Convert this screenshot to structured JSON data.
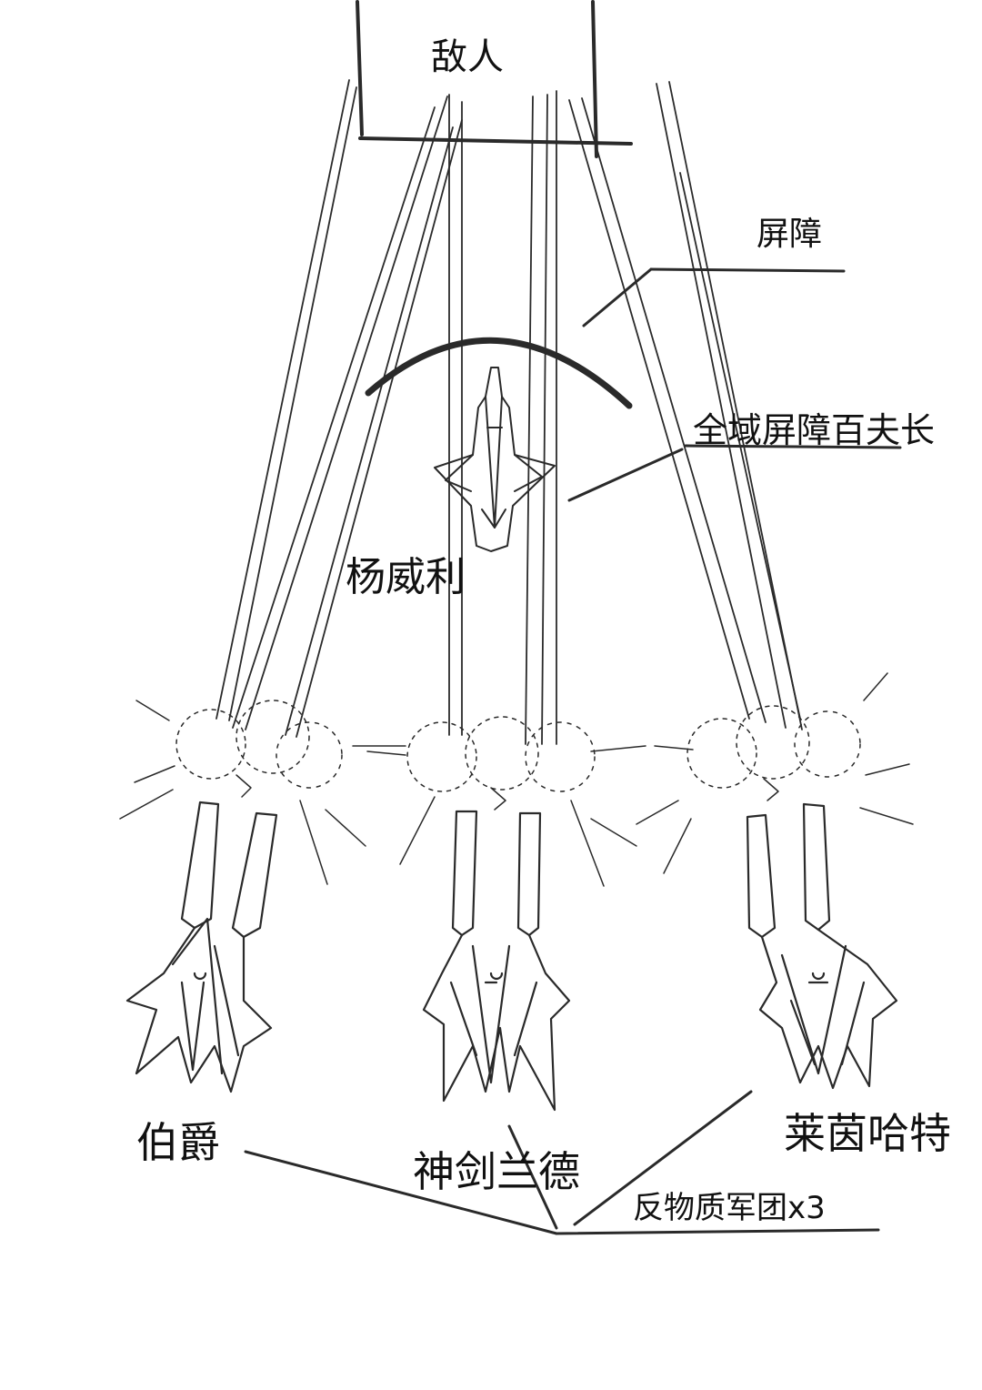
{
  "labels": {
    "enemy": "敌人",
    "barrier": "屏障",
    "barrier_centurion": "全域屏障百夫长",
    "yang_weili": "杨威利",
    "count": "伯爵",
    "excalibur_lander": "神剑兰德",
    "reinhard": "莱茵哈特",
    "antimatter_legion": "反物质军团x3"
  },
  "colors": {
    "ink": "#2a2a2a",
    "background": "#ffffff"
  }
}
